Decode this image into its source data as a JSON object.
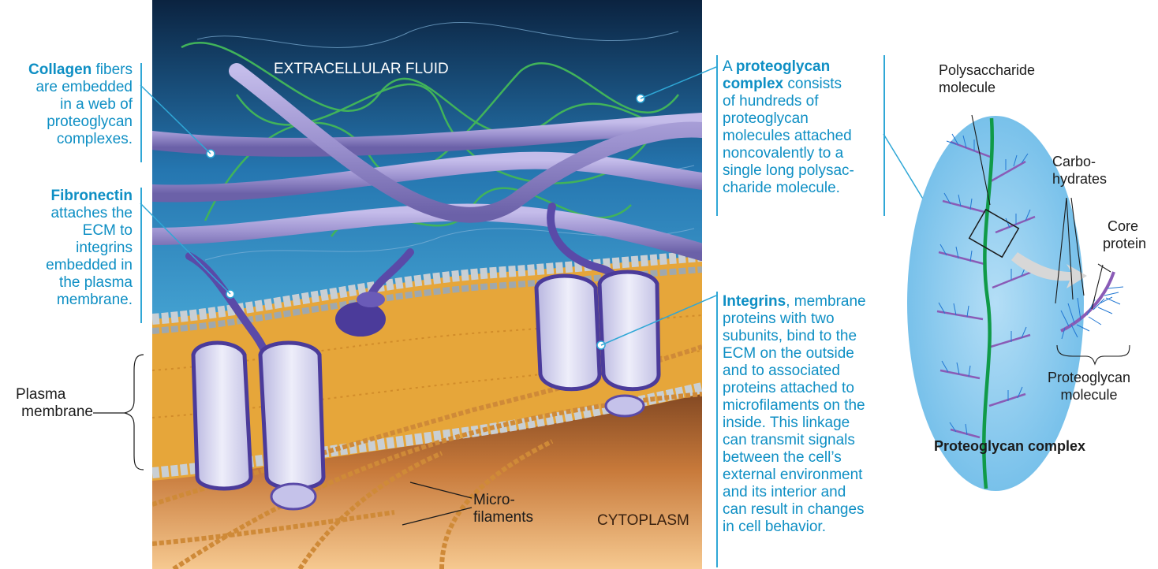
{
  "scene": {
    "extracellular": "EXTRACELLULAR FLUID",
    "cytoplasm": "CYTOPLASM",
    "microfilaments_l1": "Micro-",
    "microfilaments_l2": "filaments"
  },
  "collagen": {
    "term": "Collagen",
    "l1": " fibers",
    "l2": "are embedded",
    "l3": "in a web of",
    "l4": "proteoglycan",
    "l5": "complexes."
  },
  "fibronectin": {
    "term": "Fibronectin",
    "l2": "attaches the",
    "l3": "ECM to",
    "l4": "integrins",
    "l5": "embedded in",
    "l6": "the plasma",
    "l7": "membrane."
  },
  "plasma": {
    "l1": "Plasma",
    "l2": "membrane"
  },
  "proteoglycan_text": {
    "pre": "A ",
    "term1": "proteoglycan",
    "term2": "complex",
    "post2": " consists",
    "l3": "of hundreds of",
    "l4": "proteoglycan",
    "l5": "molecules attached",
    "l6": "noncovalently to a",
    "l7": "single long polysac-",
    "l8": "charide molecule."
  },
  "integrins": {
    "term": "Integrins",
    "post": ", membrane",
    "l2": "proteins with two",
    "l3": "subunits, bind to the",
    "l4": "ECM on the outside",
    "l5": "and to associated",
    "l6": "proteins attached to",
    "l7": "microfilaments on the",
    "l8": "inside. This linkage",
    "l9": "can transmit signals",
    "l10": "between the cell’s",
    "l11": "external environment",
    "l12": "and its interior and",
    "l13": "can result in changes",
    "l14": "in cell behavior."
  },
  "inset": {
    "polysaccharide_l1": "Polysaccharide",
    "polysaccharide_l2": "molecule",
    "carbo_l1": "Carbo-",
    "carbo_l2": "hydrates",
    "core_l1": "Core",
    "core_l2": "protein",
    "pg_l1": "Proteoglycan",
    "pg_l2": "molecule",
    "caption": "Proteoglycan complex"
  },
  "colors": {
    "accent_blue": "#0e8fc4",
    "fluid_top": "#0b2340",
    "fluid_bottom": "#3d9fd0",
    "membrane_gold": "#e6a63a",
    "collagen": "#9c92cf",
    "fibronectin": "#5a4aa8",
    "proteoglycan_green": "#41b35a",
    "inset_blue": "#8ecbed",
    "polysaccharide_green": "#109a48"
  }
}
